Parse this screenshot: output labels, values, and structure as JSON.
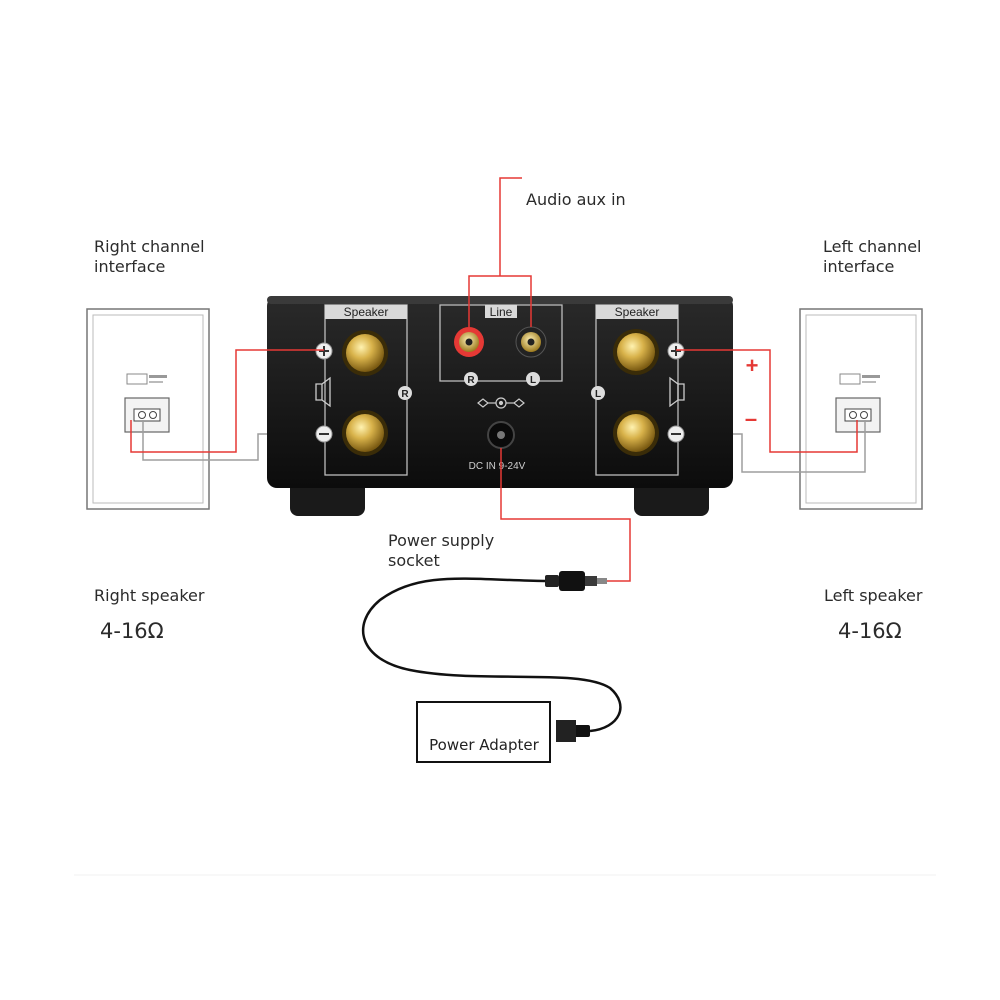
{
  "labels": {
    "audio_aux_in": "Audio aux in",
    "right_channel_interface": [
      "Right channel",
      "interface"
    ],
    "left_channel_interface": [
      "Left channel",
      "interface"
    ],
    "power_supply_socket": [
      "Power supply",
      "socket"
    ],
    "right_speaker": "Right speaker",
    "left_speaker": "Left speaker",
    "right_impedance": "4-16Ω",
    "left_impedance": "4-16Ω",
    "power_adapter": "Power  Adapter"
  },
  "amplifier": {
    "speaker_left_panel": "Speaker",
    "speaker_right_panel": "Speaker",
    "line_panel": "Line",
    "rca_r": "R",
    "rca_l": "L",
    "panel_r": "R",
    "panel_l": "L",
    "dc_in": "DC IN 9-24V"
  },
  "polarity": {
    "plus": "+",
    "minus": "–"
  },
  "colors": {
    "wire_red": "#e53935",
    "wire_grey": "#9e9e9e",
    "amp_body": "#151515",
    "panel_line": "#bdbdbd",
    "gold": "#c9a227"
  }
}
